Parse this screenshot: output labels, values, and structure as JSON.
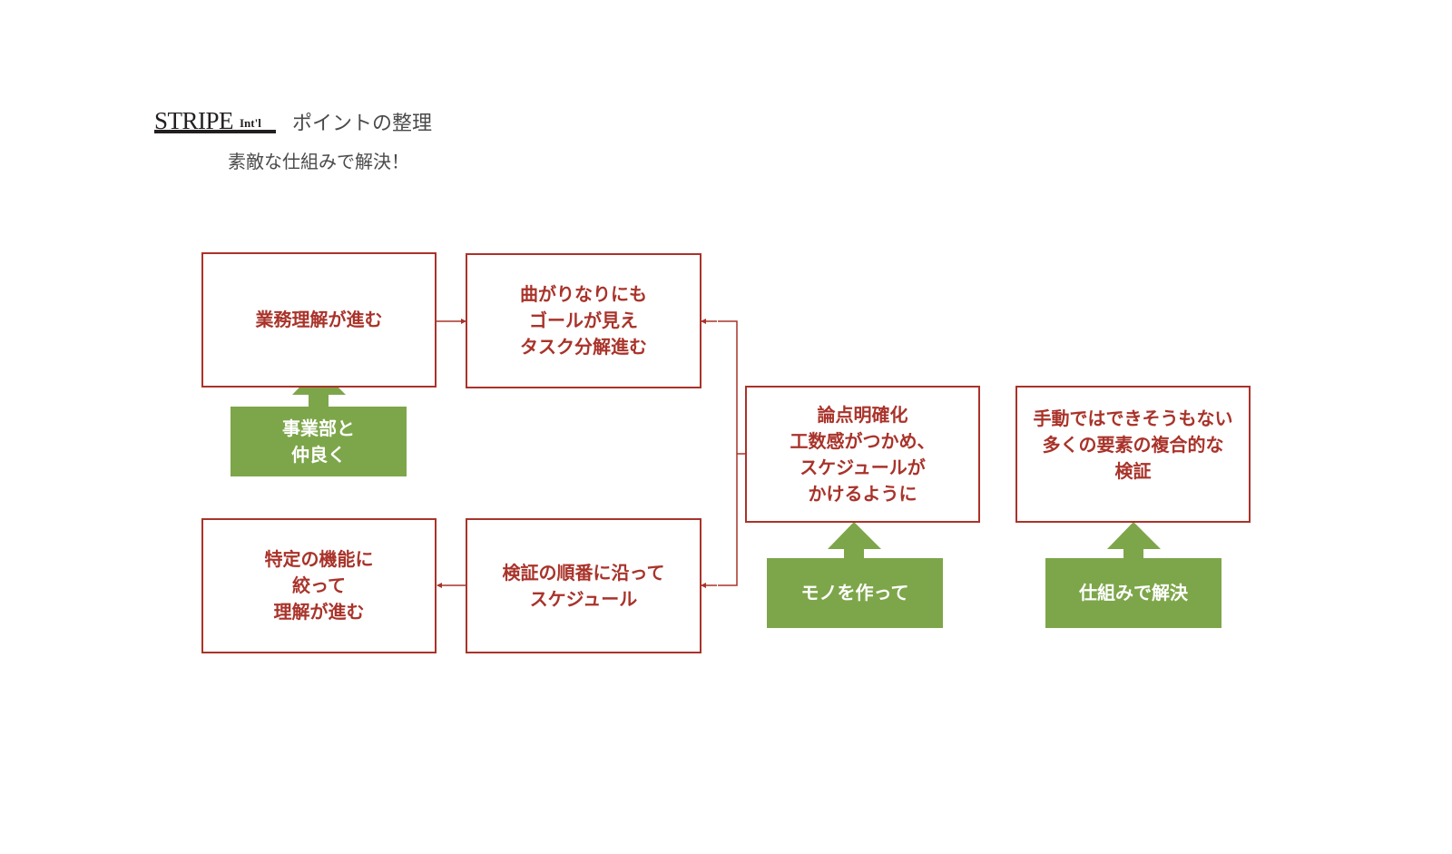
{
  "header": {
    "logo_main": "STRIPE",
    "logo_sub": "Int'l",
    "title": "ポイントの整理",
    "subtitle": "素敵な仕組みで解決！"
  },
  "colors": {
    "box_border": "#a9332a",
    "box_text": "#a9332a",
    "green": "#7da64a",
    "connector": "#a9332a"
  },
  "nodes": {
    "business_understanding": "業務理解が進む",
    "goal_visible": "曲がりなりにも\nゴールが見え\nタスク分解進む",
    "focused_understanding": "特定の機能に\n絞って\n理解が進む",
    "schedule_by_order": "検証の順番に沿って\nスケジュール",
    "clarify_issues": "論点明確化\n工数感がつかめ、\nスケジュールが\nかけるように",
    "complex_verification": "手動ではできそうもない\n多くの要素の複合的な\n検証"
  },
  "drivers": {
    "friendly_with_business": "事業部と\n仲良く",
    "build_things": "モノを作って",
    "solve_by_system": "仕組みで解決"
  }
}
